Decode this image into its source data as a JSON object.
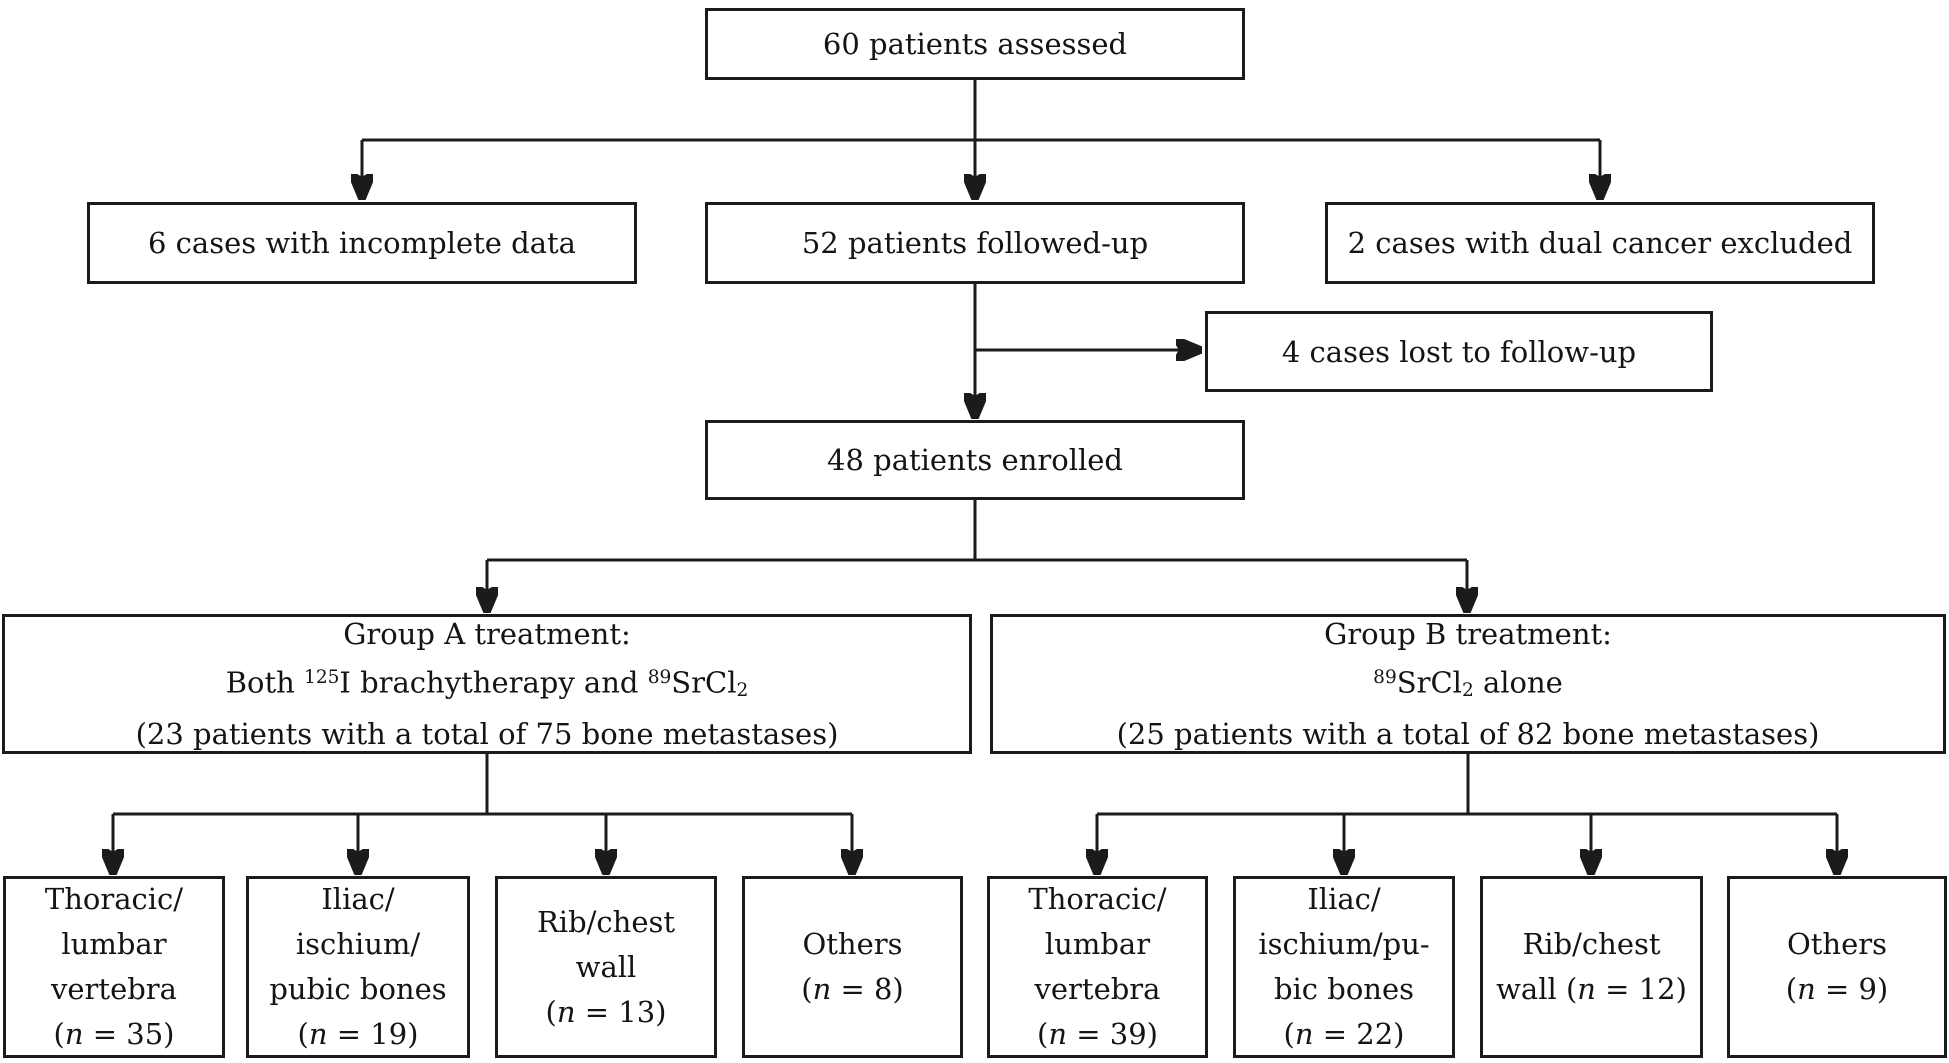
{
  "colors": {
    "background": "#ffffff",
    "line": "#1b1b1b",
    "text": "#141414"
  },
  "boxes": {
    "assessed": "60 patients assessed",
    "incomplete": "6 cases with incomplete data",
    "followed": "52 patients followed-up",
    "dual": "2 cases with dual cancer excluded",
    "lost": "4 cases lost to follow-up",
    "enrolled": "48 patients enrolled",
    "group_a": {
      "line1": "Group A treatment:",
      "line2_pre": "Both ",
      "line2_sup1": "125",
      "line2_mid": "I brachytherapy and ",
      "line2_sup2": "89",
      "line2_chem": "SrCl",
      "line2_sub": "2",
      "line3": "(23 patients with a total of 75 bone metastases)"
    },
    "group_b": {
      "line1": "Group B treatment:",
      "line2_sup": "89",
      "line2_chem": "SrCl",
      "line2_sub": "2",
      "line2_post": " alone",
      "line3": "(25 patients with a total of 82 bone metastases)"
    },
    "sites_a": [
      {
        "lines": [
          "Thoracic/",
          "lumbar",
          "vertebra"
        ],
        "n_pre": "(",
        "n_var": "n",
        "n_post": " = 35)"
      },
      {
        "lines": [
          "Iliac/",
          "ischium/",
          "pubic bones"
        ],
        "n_pre": "(",
        "n_var": "n",
        "n_post": " = 19)"
      },
      {
        "lines": [
          "Rib/chest",
          "wall"
        ],
        "n_pre": "(",
        "n_var": "n",
        "n_post": " = 13)"
      },
      {
        "lines": [
          "Others"
        ],
        "n_pre": "(",
        "n_var": "n",
        "n_post": " = 8)"
      }
    ],
    "sites_b": [
      {
        "lines": [
          "Thoracic/",
          "lumbar",
          "vertebra"
        ],
        "n_pre": "(",
        "n_var": "n",
        "n_post": " = 39)"
      },
      {
        "lines": [
          "Iliac/",
          "ischium/pu-",
          "bic bones"
        ],
        "n_pre": "(",
        "n_var": "n",
        "n_post": " = 22)"
      },
      {
        "lines": [
          "Rib/chest"
        ],
        "n_pre": "wall (",
        "n_var": "n",
        "n_post": " = 12)"
      },
      {
        "lines": [
          "Others"
        ],
        "n_pre": "(",
        "n_var": "n",
        "n_post": " = 9)"
      }
    ]
  }
}
